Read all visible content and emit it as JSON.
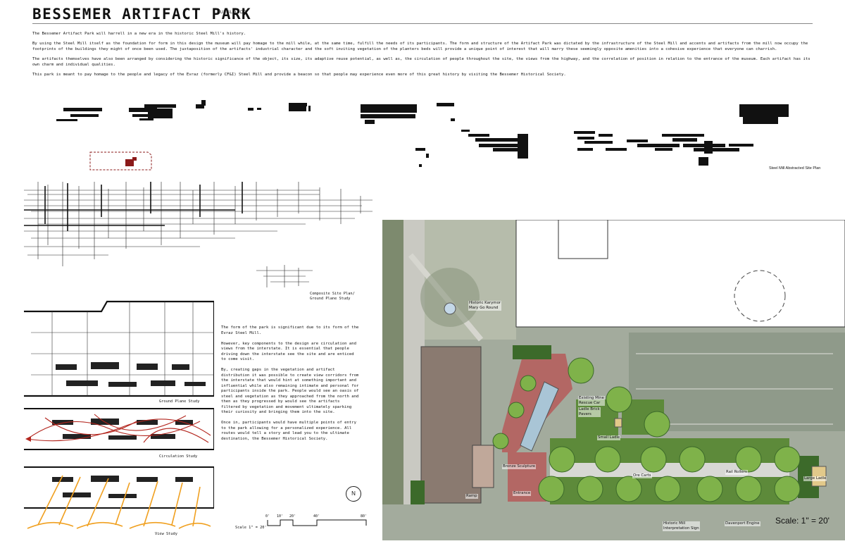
{
  "header": {
    "title": "BESSEMER ARTIFACT PARK",
    "location": "PUEBLO, CO"
  },
  "intro": [
    "The Bessemer Artifact Park will harrell in a new era in the historic Steel Mill's history.",
    "By using the Steel Mill itself as the foundation for form in this design the museum will pay homage to the mill while, at the same time, fulfill the needs of its participants.  The form and structure of the Artifact Park was dictated by the infrastructure of the Steel Mill and accents and artifacts from the mill now occupy the footprints of the buildings they might of once been used. The juxtaposition of the artifacts' industrial character and the soft inviting vegetation of the planters beds will provide a unique point of interest that will marry these seemingly opposite amenities into a cohesive experience that everyone can charrish.",
    "The artifacts themselves have also been arranged by considering the historic significance of the object, its size, its adaptive reuse potential, as well as, the circulation of people throughout the site, the views from the highway, and the correlation of position in relation to the entrance of the museum. Each artifact has its own charm and individual qualities.",
    "This park is meant to pay homage to the people and legacy of the Evraz (formerly CF&I) Steel Mill and provide a beacon so that people may experience even more of this great history by visiting the Bessemer Historical Society."
  ],
  "captions": {
    "abstract_plan": "Steel Mill Abstracted Site Plan",
    "composite_line1": "Composite Site Plan/",
    "composite_line2": "Ground Plane Study",
    "ground_plane": "Ground Plane Study",
    "circulation": "Circulation Study",
    "view": "View Study"
  },
  "narrative": [
    "The form of the park is significant due to its form of the Evraz Steel Mill.",
    "However, key components to the design are circulation and views from the interstate.  It is essential that people driving down the interstate see the site and are enticed to come visit.",
    "By, creating gaps in the vegetation and artifact distribution it was possible to create view corridors from the interstate that would hint at something important and influential while also remaining intimate and personal for participants inside the park. People would see an oasis of steel and vegetation as they approached from the north and then as they progressed by would see the artifacts filtered by vegetation and movement ultimately sparking their curiosity and bringing them into the site.",
    "Once in, participants would have multiple points of entry to the park allowing for a personalized experience. All routes would tell a story and lead you to the ultimate destination, the Bessemer Historical Society."
  ],
  "north_arrow": "N",
  "scale": {
    "text": "Scale 1\" = 20'",
    "ticks": [
      "0'",
      "10'",
      "20'",
      "40'",
      "80'"
    ]
  },
  "site_plan": {
    "labels": {
      "merry_go_round": [
        "Historic Karymor",
        "Mary Go Round"
      ],
      "rescue_car": [
        "Existing Mine",
        "Rescue Car"
      ],
      "ladle_pavers": [
        "Ladle Brick",
        "Pavers"
      ],
      "small_ladle": "Small Ladle",
      "bronze_sculpture": "Bronze Sculpture",
      "ore_carts": "Ore Carts",
      "rail_rollers": "Rail Rollers",
      "large_ladle": "Large Ladle",
      "ramp": "Ramp",
      "entrance": "Entrance",
      "interpretation_sign": [
        "Historic Mill",
        "Interpretation Sign"
      ],
      "davenport_engine": "Davenport Engine"
    },
    "scale_text": "Scale: 1\" = 20'"
  },
  "colors": {
    "accent_red": "#8b1a1a",
    "circulation_red": "#b3261e",
    "view_orange": "#f0a020",
    "planter_green": "#5d8a3a",
    "tree_green": "#7fb24a",
    "paver_red": "#b65a5a"
  }
}
